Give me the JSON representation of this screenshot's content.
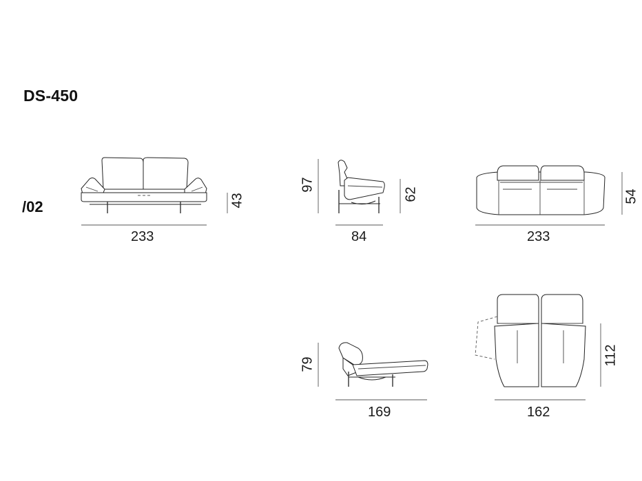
{
  "model": "DS-450",
  "variant": "/02",
  "views": {
    "front": {
      "width": "233",
      "height": "43"
    },
    "side": {
      "depth": "84",
      "back_height": "97",
      "seat_height": "62"
    },
    "top": {
      "width": "233",
      "depth": "54"
    },
    "reclined_side": {
      "length": "169",
      "height": "79"
    },
    "reclined_top": {
      "width": "162",
      "depth": "112"
    }
  }
}
